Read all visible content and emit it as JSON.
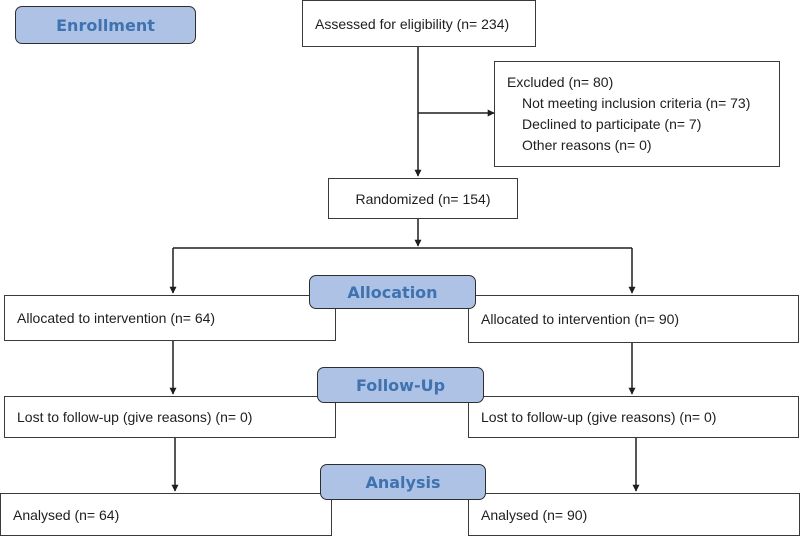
{
  "stages": {
    "enrollment": "Enrollment",
    "allocation": "Allocation",
    "follow_up": "Follow-Up",
    "analysis": "Analysis"
  },
  "boxes": {
    "assessed": "Assessed for eligibility (n= 234)",
    "excluded": {
      "title": "Excluded  (n= 80)",
      "reasons": [
        "Not meeting inclusion criteria (n= 73)",
        "Declined to participate (n= 7)",
        "Other reasons (n=  0)"
      ]
    },
    "randomized": "Randomized (n= 154)",
    "left": {
      "allocated": "Allocated to intervention (n= 64)",
      "lost": "Lost to follow-up (give reasons) (n= 0)",
      "analysed": "Analysed  (n= 64)"
    },
    "right": {
      "allocated": "Allocated to intervention (n= 90)",
      "lost": "Lost to follow-up (give reasons) (n= 0)",
      "analysed": "Analysed  (n= 90)"
    }
  },
  "colors": {
    "stage_fill": "#adc2e4",
    "stage_text": "#3f72b0",
    "line": "#1e1e1e"
  }
}
